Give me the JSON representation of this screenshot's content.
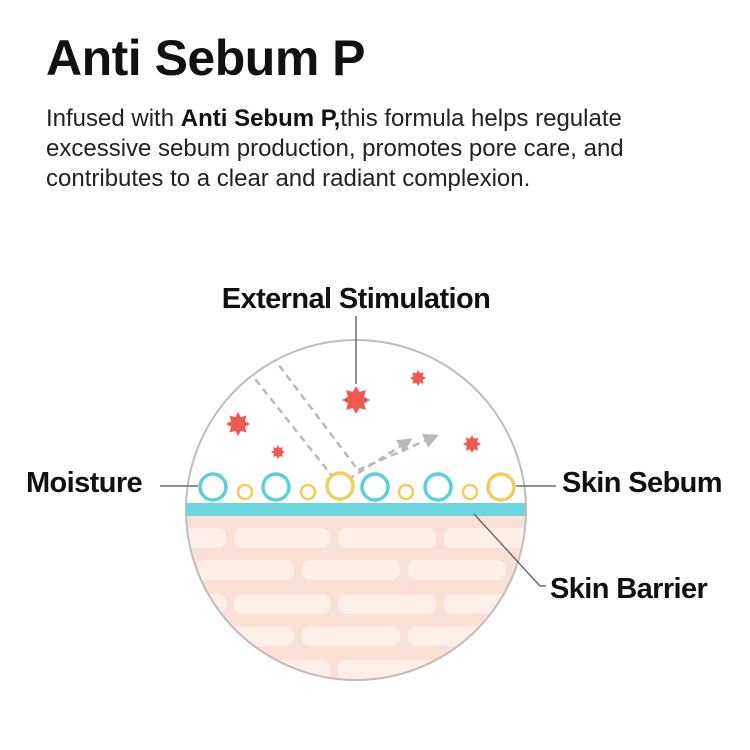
{
  "header": {
    "title": "Anti Sebum P",
    "description_prefix": "Infused with ",
    "description_bold": "Anti Sebum P,",
    "description_rest": "this formula helps regulate excessive sebum production, promotes pore care, and contributes to a clear and radiant complexion."
  },
  "diagram": {
    "labels": {
      "external": "External Stimulation",
      "moisture": "Moisture",
      "sebum": "Skin Sebum",
      "barrier": "Skin Barrier"
    },
    "colors": {
      "moisture": "#5ccfd9",
      "sebum": "#f2cd5c",
      "stimulation": "#ee5a52",
      "barrier": "#6dd6df",
      "skin": "#fbe0d7",
      "skin_brick": "#fdeee8",
      "outline": "#bdbdbd",
      "arrow": "#b9b9b9"
    }
  }
}
